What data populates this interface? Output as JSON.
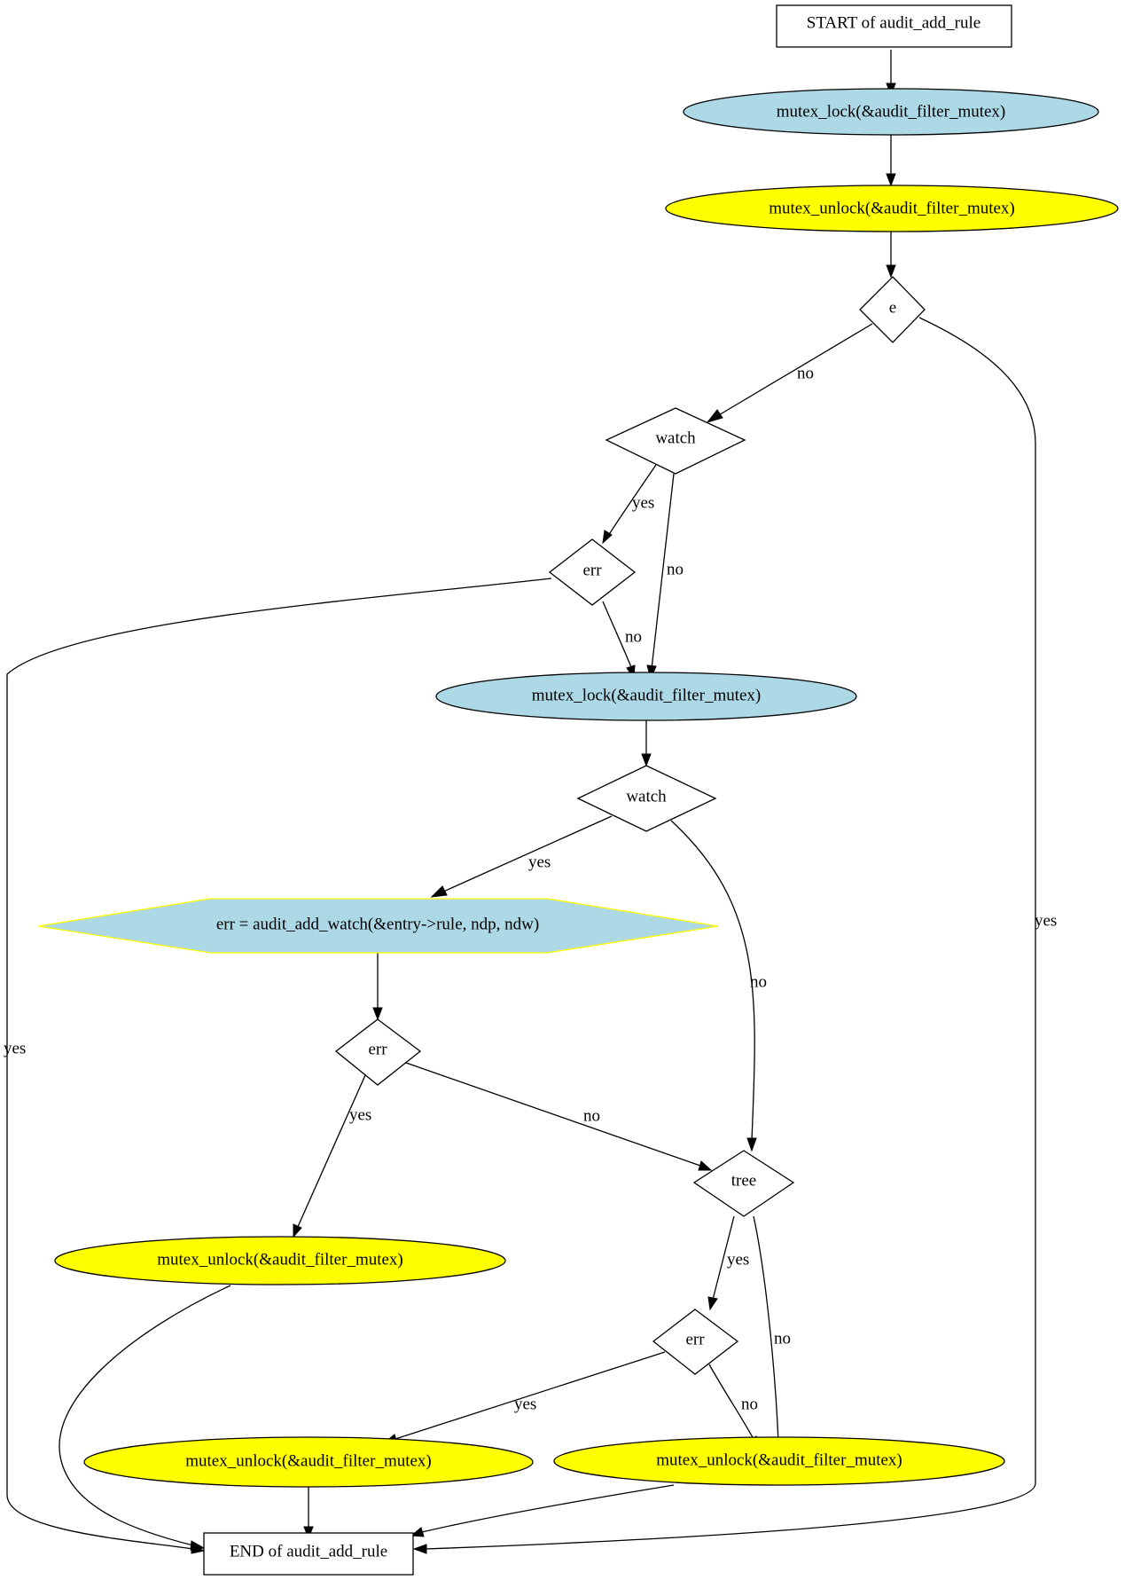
{
  "nodes": {
    "start": {
      "label": "START of audit_add_rule",
      "shape": "box",
      "fill": "#ffffff"
    },
    "lock1": {
      "label": "mutex_lock(&audit_filter_mutex)",
      "shape": "ellipse",
      "fill": "#add8e6"
    },
    "unlock1": {
      "label": "mutex_unlock(&audit_filter_mutex)",
      "shape": "ellipse",
      "fill": "#ffff00"
    },
    "dec_e": {
      "label": "e",
      "shape": "diamond",
      "fill": "#ffffff"
    },
    "dec_watch1": {
      "label": "watch",
      "shape": "diamond",
      "fill": "#ffffff"
    },
    "dec_err1": {
      "label": "err",
      "shape": "diamond",
      "fill": "#ffffff"
    },
    "lock2": {
      "label": "mutex_lock(&audit_filter_mutex)",
      "shape": "ellipse",
      "fill": "#add8e6"
    },
    "dec_watch2": {
      "label": "watch",
      "shape": "diamond",
      "fill": "#ffffff"
    },
    "add_watch": {
      "label": "err = audit_add_watch(&entry->rule, ndp, ndw)",
      "shape": "hexagon",
      "fill": "#add8e6",
      "stroke": "#ffff00"
    },
    "dec_err2": {
      "label": "err",
      "shape": "diamond",
      "fill": "#ffffff"
    },
    "unlock2": {
      "label": "mutex_unlock(&audit_filter_mutex)",
      "shape": "ellipse",
      "fill": "#ffff00"
    },
    "dec_tree": {
      "label": "tree",
      "shape": "diamond",
      "fill": "#ffffff"
    },
    "dec_err3": {
      "label": "err",
      "shape": "diamond",
      "fill": "#ffffff"
    },
    "unlock3": {
      "label": "mutex_unlock(&audit_filter_mutex)",
      "shape": "ellipse",
      "fill": "#ffff00"
    },
    "unlock4": {
      "label": "mutex_unlock(&audit_filter_mutex)",
      "shape": "ellipse",
      "fill": "#ffff00"
    },
    "end": {
      "label": "END of audit_add_rule",
      "shape": "box",
      "fill": "#ffffff"
    }
  },
  "edges": [
    {
      "id": "e1",
      "from": "start",
      "to": "lock1",
      "label": ""
    },
    {
      "id": "e2",
      "from": "lock1",
      "to": "unlock1",
      "label": ""
    },
    {
      "id": "e3",
      "from": "unlock1",
      "to": "dec_e",
      "label": ""
    },
    {
      "id": "e4",
      "from": "dec_e",
      "to": "dec_watch1",
      "label": "no"
    },
    {
      "id": "e5",
      "from": "dec_e",
      "to": "end",
      "label": "yes"
    },
    {
      "id": "e6",
      "from": "dec_watch1",
      "to": "dec_err1",
      "label": "yes"
    },
    {
      "id": "e7",
      "from": "dec_watch1",
      "to": "lock2",
      "label": "no"
    },
    {
      "id": "e8",
      "from": "dec_err1",
      "to": "lock2",
      "label": "no"
    },
    {
      "id": "e9",
      "from": "dec_err1",
      "to": "end",
      "label": "yes"
    },
    {
      "id": "e10",
      "from": "lock2",
      "to": "dec_watch2",
      "label": ""
    },
    {
      "id": "e11",
      "from": "dec_watch2",
      "to": "add_watch",
      "label": "yes"
    },
    {
      "id": "e12",
      "from": "dec_watch2",
      "to": "dec_tree",
      "label": "no"
    },
    {
      "id": "e13",
      "from": "add_watch",
      "to": "dec_err2",
      "label": ""
    },
    {
      "id": "e14",
      "from": "dec_err2",
      "to": "unlock2",
      "label": "yes"
    },
    {
      "id": "e15",
      "from": "dec_err2",
      "to": "dec_tree",
      "label": "no"
    },
    {
      "id": "e16",
      "from": "unlock2",
      "to": "end",
      "label": ""
    },
    {
      "id": "e17",
      "from": "dec_tree",
      "to": "dec_err3",
      "label": "yes"
    },
    {
      "id": "e18",
      "from": "dec_tree",
      "to": "unlock4",
      "label": "no"
    },
    {
      "id": "e19",
      "from": "dec_err3",
      "to": "unlock3",
      "label": "yes"
    },
    {
      "id": "e20",
      "from": "dec_err3",
      "to": "unlock4",
      "label": "no"
    },
    {
      "id": "e21",
      "from": "unlock3",
      "to": "end",
      "label": ""
    },
    {
      "id": "e22",
      "from": "unlock4",
      "to": "end",
      "label": ""
    }
  ]
}
